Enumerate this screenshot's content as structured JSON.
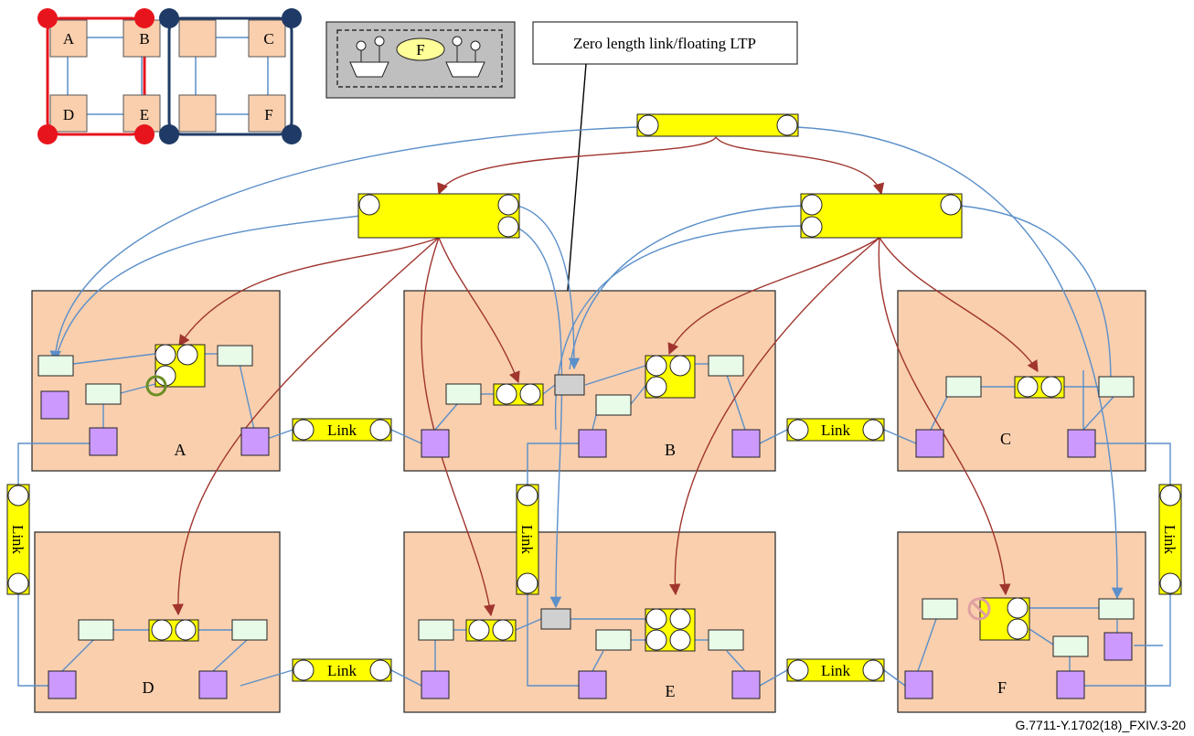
{
  "legend": {
    "nodes": [
      "A",
      "B",
      "C",
      "D",
      "E",
      "F"
    ]
  },
  "floating_legend": {
    "label": "F"
  },
  "callout": {
    "text": "Zero length link/floating LTP"
  },
  "boxes": {
    "A": "A",
    "B": "B",
    "C": "C",
    "D": "D",
    "E": "E",
    "F": "F"
  },
  "links": {
    "ab": "Link",
    "bc": "Link",
    "de": "Link",
    "ef": "Link",
    "ad": "Link",
    "be": "Link",
    "cf": "Link"
  },
  "figure_id": "G.7711-Y.1702(18)_FXIV.3-20",
  "colors": {
    "box_fill": "#f9cfae",
    "yellow": "#ffff00",
    "mint": "#e8fae8",
    "purple": "#cc99ff",
    "grey": "#d0d0d0",
    "red_line": "#a0352e",
    "blue_line": "#5b8fc9",
    "legend_red": "#e8141c",
    "legend_blue": "#1f3a66"
  }
}
